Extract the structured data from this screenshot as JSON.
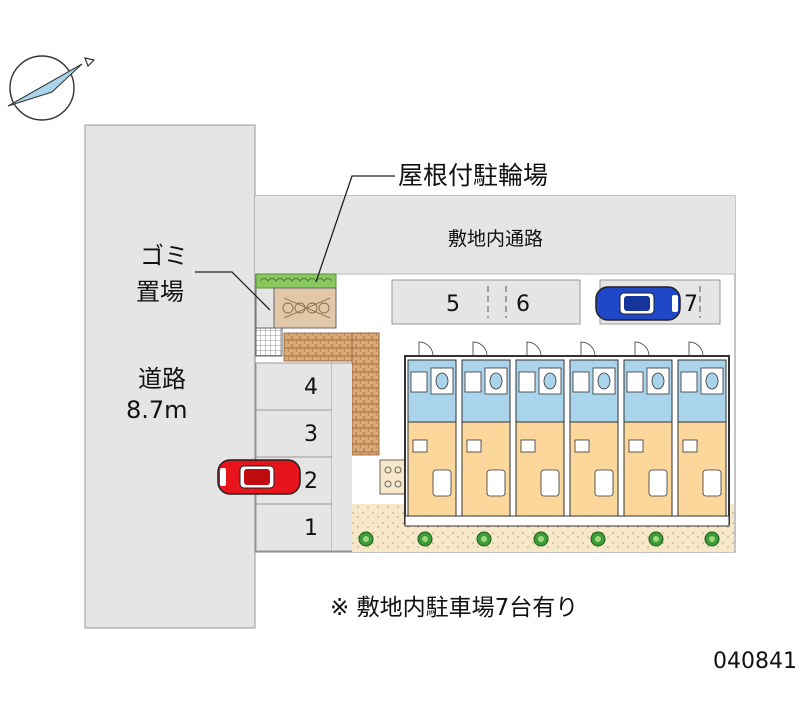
{
  "labels": {
    "bicycle_parking": "屋根付駐輪場",
    "internal_road": "敷地内通路",
    "garbage_line1": "ゴミ",
    "garbage_line2": "置場",
    "road_line1": "道路",
    "road_line2": "8.7m",
    "parking_note": "※ 敷地内駐車場7台有り",
    "map_code": "040841"
  },
  "parking_spaces": {
    "left_column": [
      "4",
      "3",
      "2",
      "1"
    ],
    "top_row": [
      "5",
      "6",
      "7"
    ]
  },
  "cars": [
    {
      "space": "2",
      "color": "#e8141c"
    },
    {
      "space": "7",
      "color": "#1f48c8"
    }
  ],
  "colors": {
    "road": "#e5e5e5",
    "room_blue": "#a9d4ec",
    "room_orange": "#fbd79b",
    "paving": "#d0a170",
    "hedge": "#89c85f"
  }
}
